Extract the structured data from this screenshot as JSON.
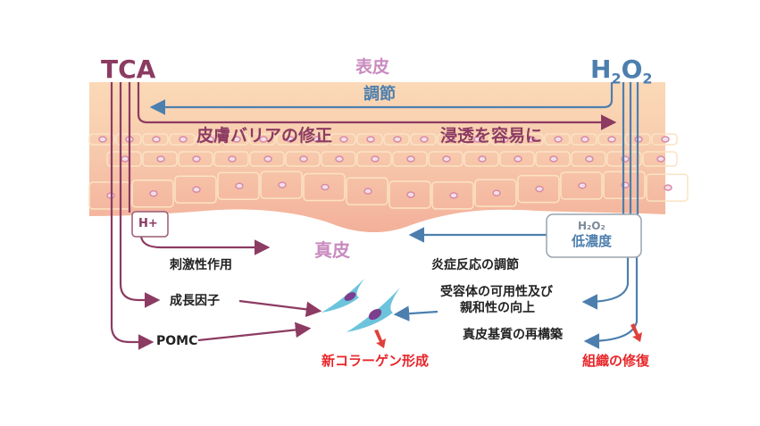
{
  "labels": {
    "tca": "TCA",
    "h2o2_main": "H",
    "h2o2_sub1": "2",
    "h2o2_o": "O",
    "h2o2_sub2": "2",
    "epidermis": "表皮",
    "regulation": "調節",
    "barrier_repair": "皮膚バリアの修正",
    "ease_penetration": "浸透を容易に",
    "h_plus": "H+",
    "h2o2_low_formula": "H₂O₂",
    "h2o2_low": "低濃度",
    "dermis": "真皮",
    "irritation": "刺激性作用",
    "inflammation": "炎症反応の調節",
    "growth_factor": "成長因子",
    "receptor_line1": "受容体の可用性及び",
    "receptor_line2": "親和性の向上",
    "pomc": "POMC",
    "matrix": "真皮基質の再構築",
    "new_collagen": "新コラーゲン形成",
    "tissue_repair": "組織の修復"
  },
  "colors": {
    "tca": "#8c3b62",
    "h2o2": "#4d7fae",
    "dermis": "#c98bbf",
    "red": "#e8262a",
    "skin": "#f6c3a4"
  }
}
